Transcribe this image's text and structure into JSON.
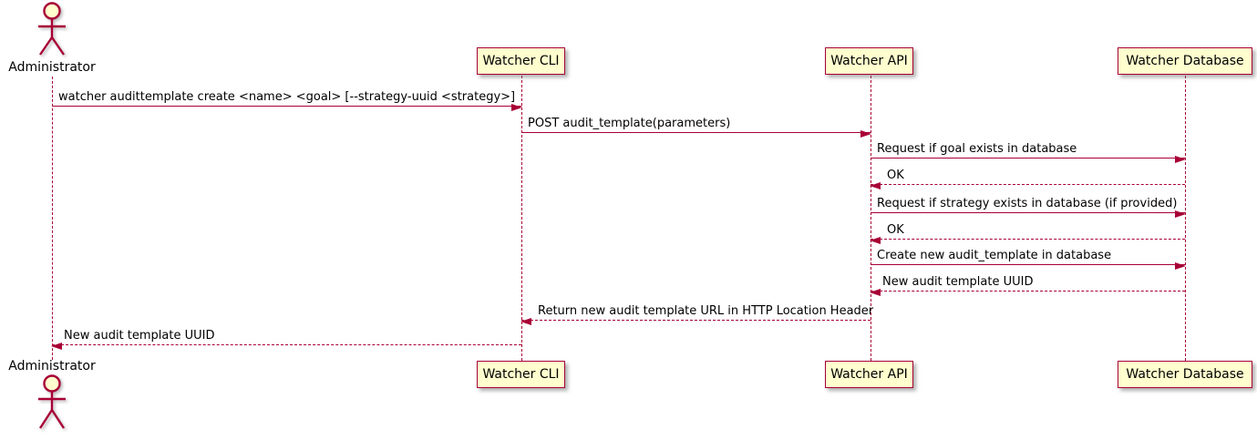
{
  "participants": [
    {
      "name": "Administrator",
      "type": "actor"
    },
    {
      "name": "Watcher CLI",
      "type": "participant"
    },
    {
      "name": "Watcher API",
      "type": "participant"
    },
    {
      "name": "Watcher Database",
      "type": "participant"
    }
  ],
  "messages": [
    {
      "from": "Administrator",
      "to": "Watcher CLI",
      "label": "watcher audittemplate create <name> <goal> [--strategy-uuid <strategy>]",
      "line": "solid",
      "direction": "right"
    },
    {
      "from": "Watcher CLI",
      "to": "Watcher API",
      "label": "POST audit_template(parameters)",
      "line": "solid",
      "direction": "right"
    },
    {
      "from": "Watcher API",
      "to": "Watcher Database",
      "label": "Request if goal exists in database",
      "line": "solid",
      "direction": "right"
    },
    {
      "from": "Watcher Database",
      "to": "Watcher API",
      "label": "OK",
      "line": "dashed",
      "direction": "left"
    },
    {
      "from": "Watcher API",
      "to": "Watcher Database",
      "label": "Request if strategy exists in database (if provided)",
      "line": "solid",
      "direction": "right"
    },
    {
      "from": "Watcher Database",
      "to": "Watcher API",
      "label": "OK",
      "line": "dashed",
      "direction": "left"
    },
    {
      "from": "Watcher API",
      "to": "Watcher Database",
      "label": "Create new audit_template in database",
      "line": "solid",
      "direction": "right"
    },
    {
      "from": "Watcher Database",
      "to": "Watcher API",
      "label": "New audit template UUID",
      "line": "dashed",
      "direction": "left"
    },
    {
      "from": "Watcher API",
      "to": "Watcher CLI",
      "label": "Return new audit template URL in HTTP Location Header",
      "line": "dashed",
      "direction": "left"
    },
    {
      "from": "Watcher CLI",
      "to": "Administrator",
      "label": "New audit template UUID",
      "line": "dashed",
      "direction": "left"
    }
  ],
  "colors": {
    "line": "#A80036",
    "box_fill": "#FEFECE",
    "text": "#000000",
    "background": "#FFFFFF"
  }
}
